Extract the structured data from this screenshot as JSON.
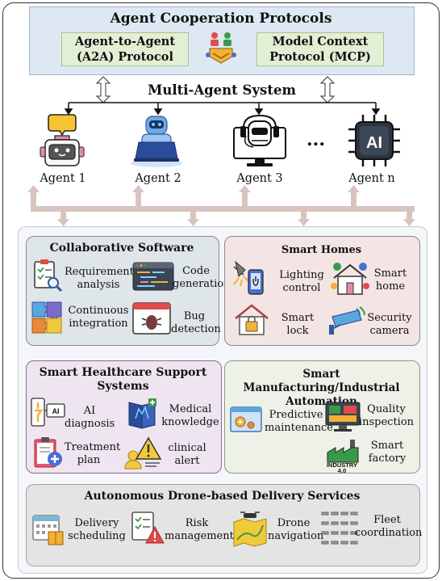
{
  "top": {
    "title": "Agent Cooperation Protocols",
    "a2a_line1": "Agent-to-Agent",
    "a2a_line2": "(A2A) Protocol",
    "mcp_line1": "Model Context",
    "mcp_line2": "Protocol (MCP)"
  },
  "mas": {
    "title": "Multi-Agent System",
    "agents": [
      "Agent 1",
      "Agent 2",
      "Agent 3",
      "Agent n"
    ],
    "ellipsis": "...",
    "ai_icon_text": "AI"
  },
  "collab": {
    "title": "Collaborative Software",
    "items": [
      {
        "l1": "Requirement",
        "l2": "analysis",
        "icon": "checklist-magnifier-icon"
      },
      {
        "l1": "Code",
        "l2": "generation",
        "icon": "code-window-icon"
      },
      {
        "l1": "Continuous",
        "l2": "integration",
        "icon": "puzzle-icon"
      },
      {
        "l1": "Bug",
        "l2": "detection",
        "icon": "bug-window-icon"
      }
    ]
  },
  "homes": {
    "title": "Smart Homes",
    "items": [
      {
        "l1": "Lighting",
        "l2": "control",
        "icon": "lamp-phone-icon"
      },
      {
        "l1": "Smart",
        "l2": "home",
        "icon": "smart-house-icon"
      },
      {
        "l1": "Smart",
        "l2": "lock",
        "icon": "house-lock-icon"
      },
      {
        "l1": "Security",
        "l2": "camera",
        "icon": "security-camera-icon"
      }
    ]
  },
  "health": {
    "title_l1": "Smart Healthcare Support",
    "title_l2": "Systems",
    "items": [
      {
        "l1": "AI",
        "l2": "diagnosis",
        "icon": "xray-ai-icon"
      },
      {
        "l1": "Medical",
        "l2": "knowledge",
        "icon": "medical-book-icon"
      },
      {
        "l1": "Treatment",
        "l2": "plan",
        "icon": "clipboard-plus-icon"
      },
      {
        "l1": "clinical",
        "l2": "alert",
        "icon": "user-warning-icon"
      }
    ],
    "ai_tag": "AI"
  },
  "mfg": {
    "title_l1": "Smart Manufacturing/Industrial",
    "title_l2": "Automation",
    "items": [
      {
        "l1": "Predictive",
        "l2": "maintenance",
        "icon": "gear-window-icon"
      },
      {
        "l1": "Quality",
        "l2": "inspection",
        "icon": "monitor-inspection-icon"
      },
      {
        "l1": "Smart",
        "l2": "factory",
        "icon": "factory-icon"
      }
    ],
    "industry_l1": "INDUSTRY",
    "industry_l2": "4.0"
  },
  "drone": {
    "title": "Autonomous Drone-based Delivery Services",
    "items": [
      {
        "l1": "Delivery",
        "l2": "scheduling",
        "icon": "calendar-box-icon"
      },
      {
        "l1": "Risk",
        "l2": "management",
        "icon": "checklist-warning-icon"
      },
      {
        "l1": "Drone",
        "l2": "navigation",
        "icon": "drone-map-icon"
      },
      {
        "l1": "Fleet",
        "l2": "coordination",
        "icon": "drone-fleet-icon"
      }
    ]
  },
  "colors": {
    "top_bg": "#dde8f3",
    "proto_bg": "#e3efd5",
    "collab_bg": "#dfe6ea",
    "homes_bg": "#f3e5e3",
    "health_bg": "#eee5f1",
    "mfg_bg": "#eef1e8",
    "drone_bg": "#e4e4e4",
    "connector": "#d8c4bf"
  }
}
